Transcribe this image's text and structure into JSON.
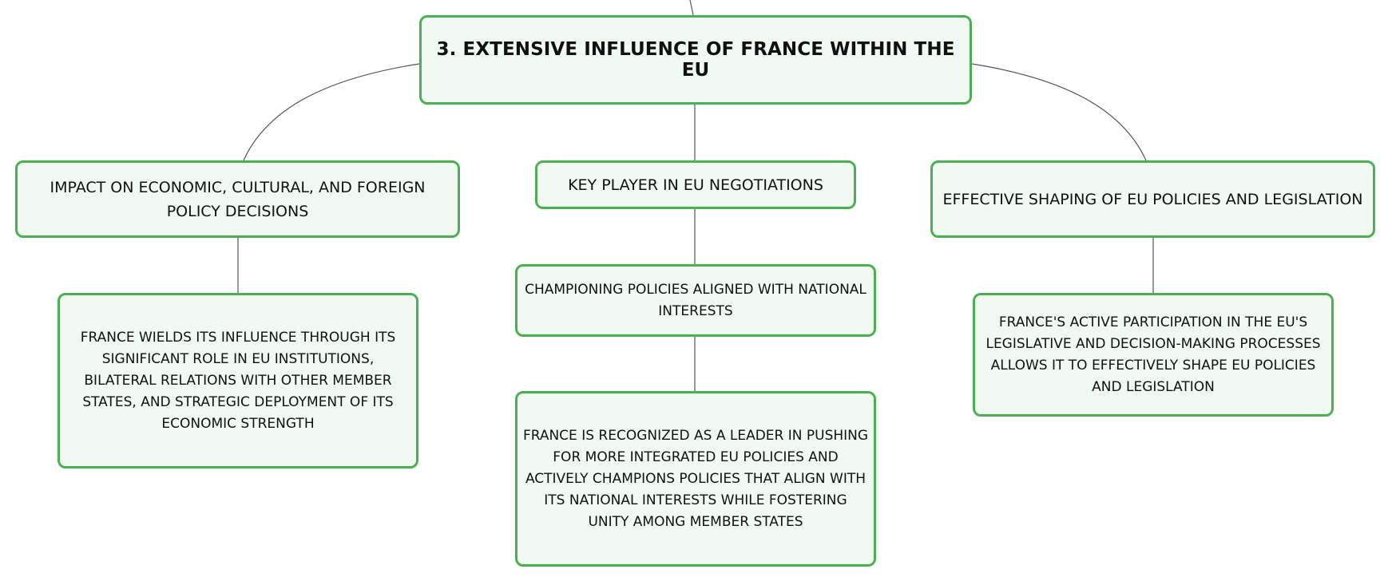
{
  "diagram": {
    "root": {
      "label": "3. EXTENSIVE INFLUENCE OF FRANCE WITHIN THE EU"
    },
    "branches": [
      {
        "label": "IMPACT ON ECONOMIC, CULTURAL, AND FOREIGN POLICY DECISIONS",
        "children": [
          {
            "label": "FRANCE WIELDS ITS INFLUENCE THROUGH ITS SIGNIFICANT ROLE IN EU INSTITUTIONS, BILATERAL RELATIONS WITH OTHER MEMBER STATES, AND STRATEGIC DEPLOYMENT OF ITS ECONOMIC STRENGTH"
          }
        ]
      },
      {
        "label": "KEY PLAYER IN EU NEGOTIATIONS",
        "children": [
          {
            "label": "CHAMPIONING POLICIES ALIGNED WITH NATIONAL INTERESTS",
            "children": [
              {
                "label": "FRANCE IS RECOGNIZED AS A LEADER IN PUSHING FOR MORE INTEGRATED EU POLICIES AND ACTIVELY CHAMPIONS POLICIES THAT ALIGN WITH ITS NATIONAL INTERESTS WHILE FOSTERING UNITY AMONG MEMBER STATES"
              }
            ]
          }
        ]
      },
      {
        "label": "EFFECTIVE SHAPING OF EU POLICIES AND LEGISLATION",
        "children": [
          {
            "label": "FRANCE'S ACTIVE PARTICIPATION IN THE EU'S LEGISLATIVE AND DECISION-MAKING PROCESSES ALLOWS IT TO EFFECTIVELY SHAPE EU POLICIES AND LEGISLATION"
          }
        ]
      }
    ]
  },
  "colors": {
    "node_border": "#4caf50",
    "node_fill": "#f1f9f3",
    "connector": "#555555",
    "text": "#111111"
  }
}
